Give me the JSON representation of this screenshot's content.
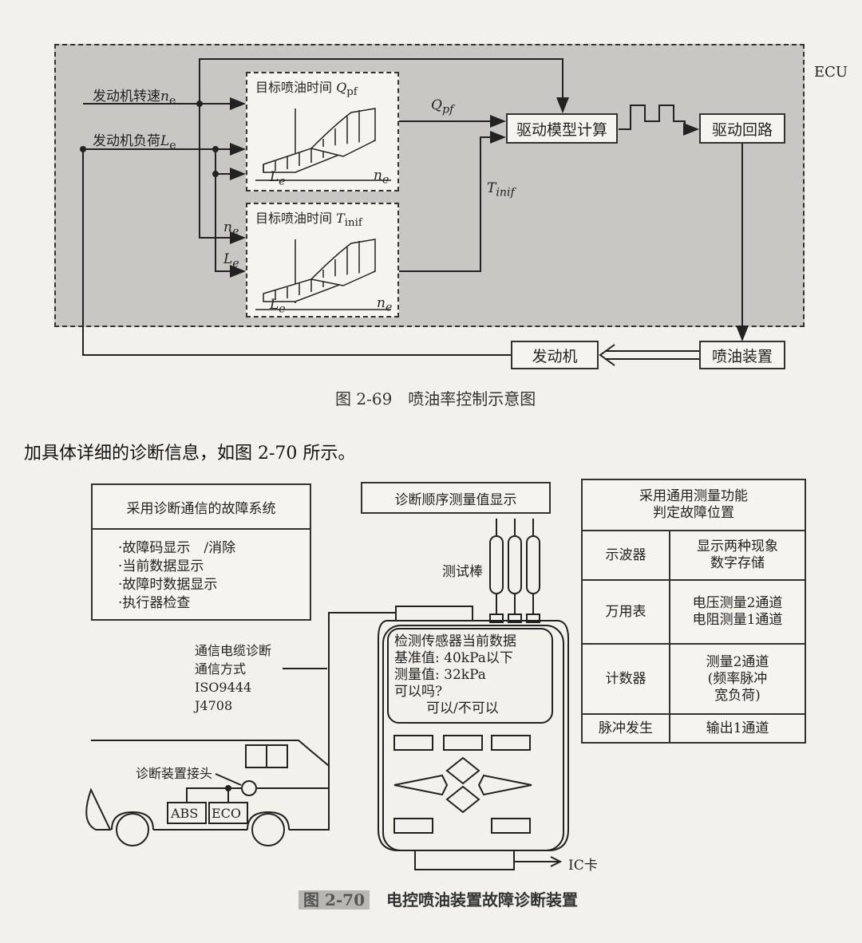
{
  "fig69": {
    "ecu_label": "ECU",
    "input_speed": "发动机转速",
    "input_speed_sym": "n",
    "input_speed_sub": "e",
    "input_load": "发动机负荷",
    "input_load_sym": "L",
    "input_load_sub": "e",
    "map1_title": "目标喷油时间",
    "map1_sym": "Q",
    "map1_sub": "pf",
    "map2_title": "目标喷油时间",
    "map2_sym": "T",
    "map2_sub": "inif",
    "axis_le": "Le",
    "axis_ne": "ne",
    "signal_q": "Qpf",
    "signal_t": "Tinif",
    "drive_model": "驱动模型计算",
    "drive_circuit": "驱动回路",
    "engine": "发动机",
    "injector": "喷油装置",
    "caption": "图 2-69　喷油率控制示意图"
  },
  "paragraph": "加具体详细的诊断信息，如图 2-70 所示。",
  "fig70": {
    "left_title": "采用诊断通信的故障系统",
    "left_items": [
      "·故障码显示　/消除",
      "·当前数据显示",
      "·故障时数据显示",
      "·执行器检查"
    ],
    "center_title": "诊断顺序测量值显示",
    "probe_label": "测试棒",
    "comm_lines": [
      "通信电缆诊断",
      "通信方式",
      "ISO9444",
      "J4708"
    ],
    "connector_label": "诊断装置接头",
    "abs": "ABS",
    "eco": "ECO",
    "screen_lines": [
      "检测传感器当前数据",
      "基准值:  40kPa以下",
      "测量值:  32kPa",
      "可以吗?",
      "可以/不可以"
    ],
    "ic_label": "IC卡",
    "right_title": "采用通用测量功能\n判定故障位置",
    "right_rows": [
      {
        "name": "示波器",
        "desc": "显示两种现象\n数字存储"
      },
      {
        "name": "万用表",
        "desc": "电压测量2通道\n电阻测量1通道"
      },
      {
        "name": "计数器",
        "desc": "测量2通道\n(频率脉冲\n宽负荷)"
      },
      {
        "name": "脉冲发生",
        "desc": "输出1通道"
      }
    ],
    "caption_num": "图 2-70",
    "caption_text": "电控喷油装置故障诊断装置"
  }
}
